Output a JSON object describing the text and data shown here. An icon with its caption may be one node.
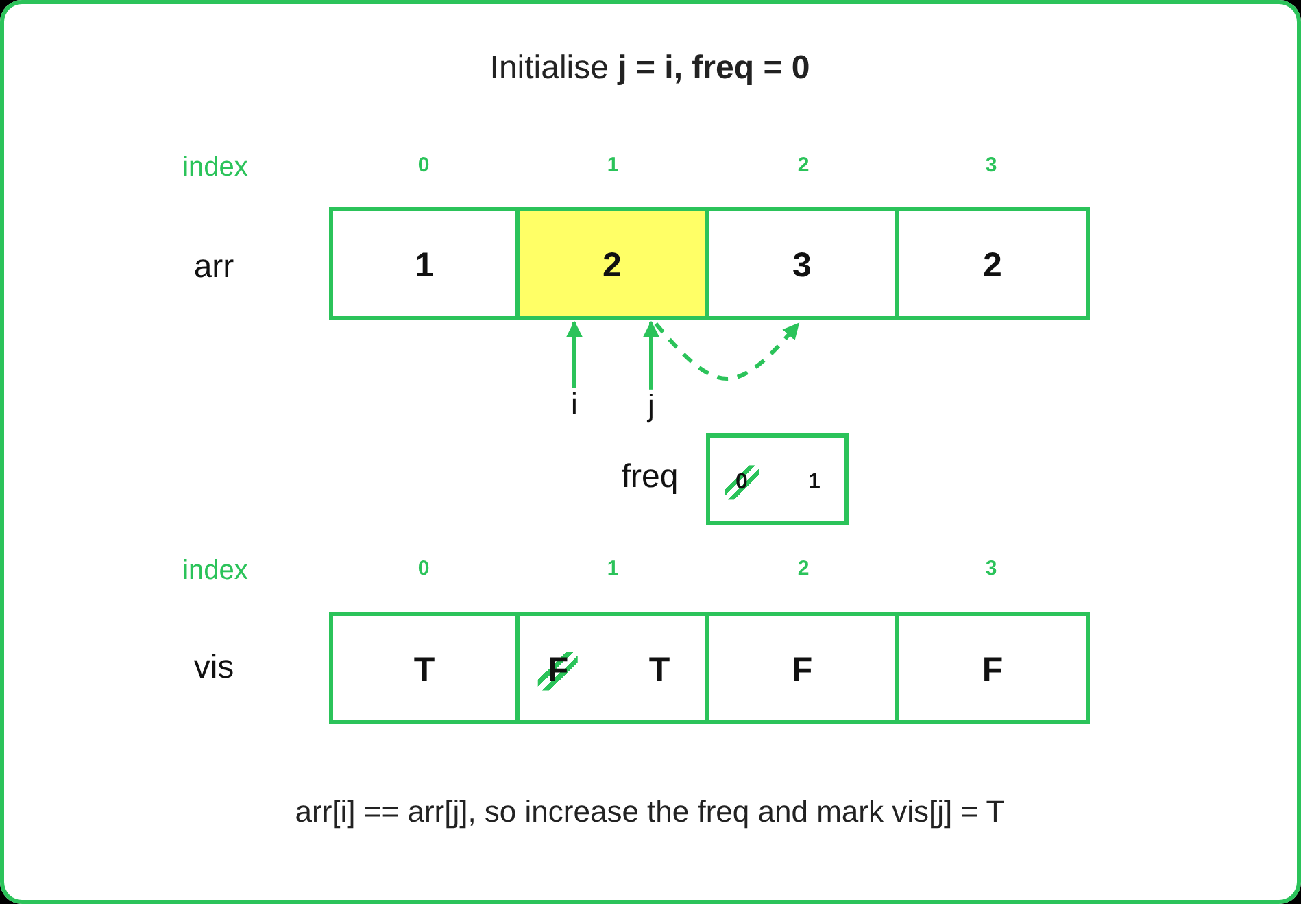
{
  "diagram": {
    "title": "Initialise **j = i, freq = 0**",
    "caption": "arr[i] == arr[j], so increase the freq and mark vis[j] = T",
    "nodes": [
      {
        "text": [
          "1"
        ]
      },
      {
        "text": [
          "2"
        ]
      },
      {
        "text": [
          "3"
        ]
      },
      {
        "text": [
          "2"
        ]
      },
      {
        "text": [
          "i"
        ]
      },
      {
        "text": [
          "j"
        ]
      },
      {
        "text": [
          "0",
          "1"
        ],
        "beside": [
          "freq"
        ]
      },
      {
        "text": [
          "T"
        ]
      },
      {
        "text": [
          "F",
          "T"
        ]
      },
      {
        "text": [
          "F"
        ]
      },
      {
        "text": [
          "F"
        ]
      }
    ],
    "edges": [
      {
        "from": 4,
        "to": 1,
        "arrow": "to"
      },
      {
        "from": 5,
        "to": 1,
        "arrow": "to"
      },
      {
        "from": 1,
        "to": 2,
        "arrow": "to",
        "style": "dashed"
      }
    ],
    "labels": [
      "index",
      "0",
      "1",
      "2",
      "3",
      "arr",
      "index",
      "0",
      "1",
      "2",
      "3",
      "vis"
    ]
  }
}
